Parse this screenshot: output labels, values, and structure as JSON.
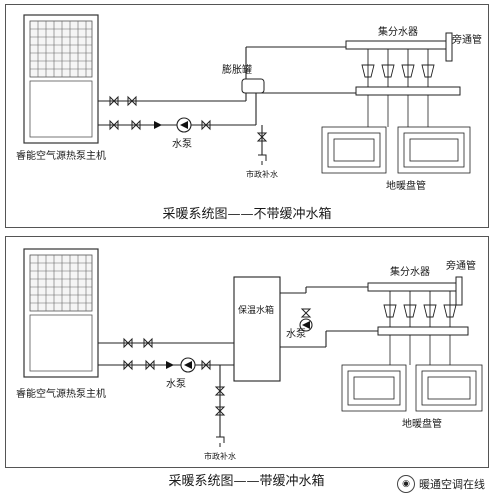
{
  "top": {
    "heat_pump_label": "睿能空气源热泵主机",
    "expansion_tank_label": "膨胀罐",
    "water_pump_label": "水泵",
    "municipal_water_label": "市政补水",
    "manifold_label": "集分水器",
    "bypass_valve_label": "旁通管",
    "floor_coil_label": "地暖盘管",
    "caption": "采暖系统图——不带缓冲水箱"
  },
  "bottom": {
    "heat_pump_label": "睿能空气源热泵主机",
    "storage_tank_label": "保温水箱",
    "water_pump_label": "水泵",
    "water_pump_label_2": "水泵",
    "municipal_water_label": "市政补水",
    "manifold_label": "集分水器",
    "bypass_valve_label": "旁通管",
    "floor_coil_label": "地暖盘管",
    "caption": "采暖系统图——带缓冲水箱"
  },
  "watermark": {
    "text": "暖通空调在线",
    "logo_icon": "wechat-logo-icon"
  }
}
